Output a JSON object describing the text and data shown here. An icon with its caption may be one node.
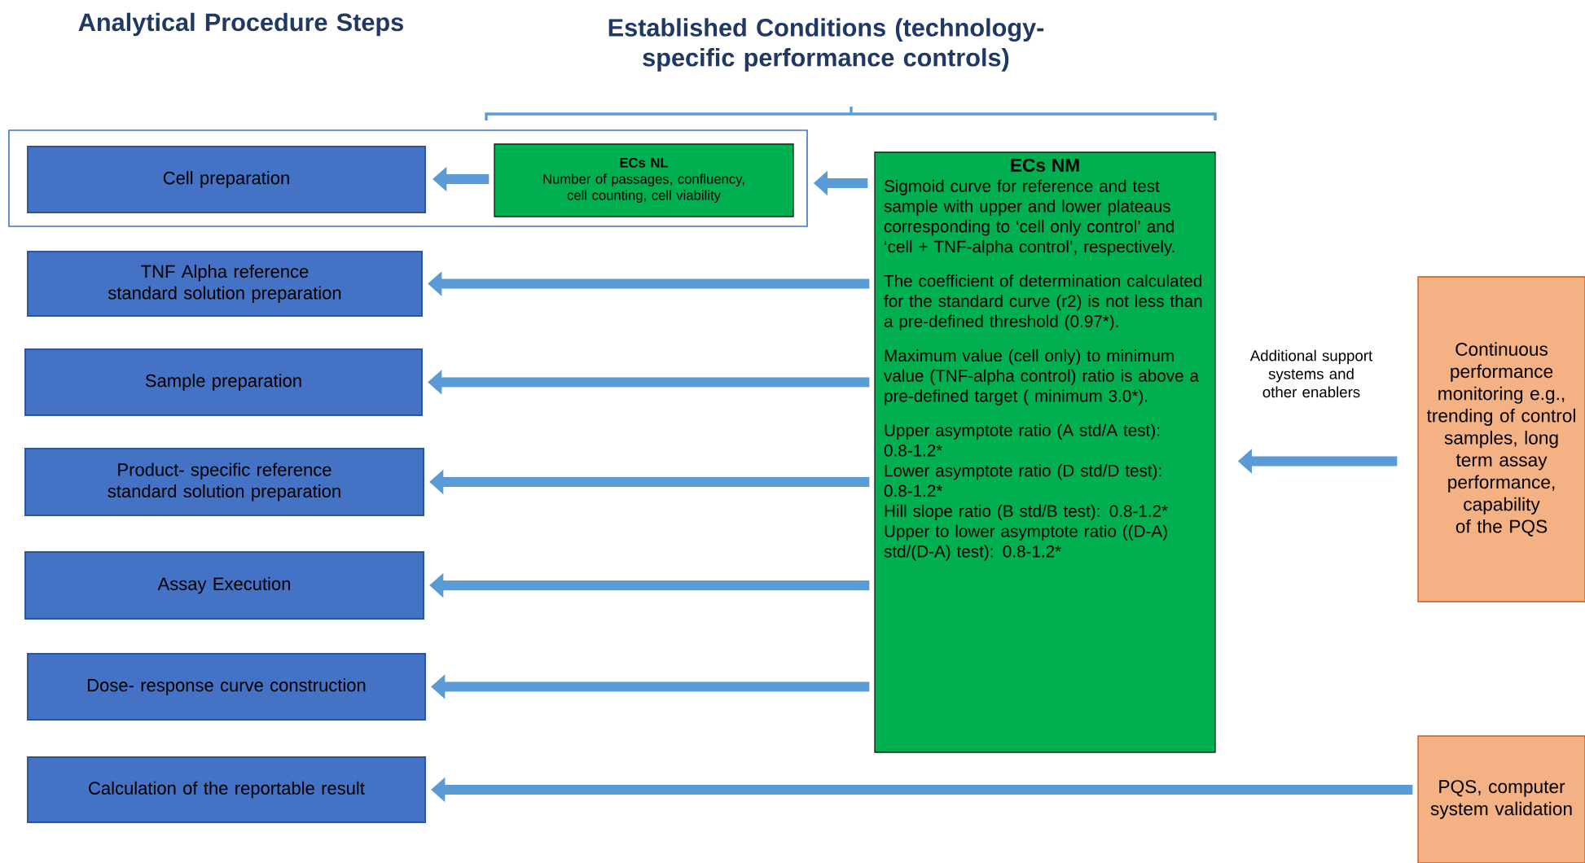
{
  "diagram": {
    "nodes": [
      {
        "text": [],
        "shape": "box"
      },
      {
        "text": [
          "Cell preparation"
        ],
        "in": 0
      },
      {
        "text": [
          "ECs NL",
          "Number of passages, confluency, cell counting, cell viability"
        ],
        "in": 0
      },
      {
        "text": [
          "TNF Alpha reference standard solution preparation"
        ]
      },
      {
        "text": [
          "Sample preparation"
        ]
      },
      {
        "text": [
          "Product- specific reference standard solution preparation"
        ]
      },
      {
        "text": [
          "Assay Execution"
        ]
      },
      {
        "text": [
          "Dose- response curve construction"
        ]
      },
      {
        "text": [
          "Calculation of the reportable result"
        ]
      },
      {
        "text": [
          "ECs NM",
          "Sigmoid curve for reference and test sample with upper and lower plateaus corresponding to ‘cell only control’ and ‘cell + TNF-alpha control’, respectively.",
          "The coefficient of determination calculated for the standard curve (r2) is not less than a pre-defined threshold (0.97*).",
          "Maximum value (cell only) to minimum value (TNF-alpha control) ratio is above a pre-defined target ( minimum 3.0*).",
          "Upper asymptote ratio (A std/A test): 0.8-1.2*",
          "Lower asymptote ratio (D std/D test): 0.8-1.2*",
          "Hill slope ratio (B std/B test): 0.8-1.2*",
          "Upper to lower asymptote ratio ((D-A) std/(D-A) test): 0.8-1.2*"
        ]
      },
      {
        "text": [
          "Continuous performance monitoring e.g., trending of control samples, long term assay performance, capability of the PQS"
        ]
      },
      {
        "text": [
          "PQS, computer system validation"
        ]
      }
    ],
    "edges": [
      {
        "from": 2,
        "to": 1,
        "arrow": "to"
      },
      {
        "from": 9,
        "to": 2,
        "arrow": "to"
      },
      {
        "from": 9,
        "to": 3,
        "arrow": "to"
      },
      {
        "from": 9,
        "to": 4,
        "arrow": "to"
      },
      {
        "from": 9,
        "to": 5,
        "arrow": "to"
      },
      {
        "from": 9,
        "to": 6,
        "arrow": "to"
      },
      {
        "from": 9,
        "to": 7,
        "arrow": "to"
      },
      {
        "from": 10,
        "to": 9,
        "arrow": "to",
        "label": "Additional support systems and other enablers"
      },
      {
        "from": 11,
        "to": 8,
        "arrow": "to"
      }
    ],
    "labels": [
      "Analytical Procedure Steps",
      "Established Conditions  (technology-specific performance controls)"
    ]
  }
}
